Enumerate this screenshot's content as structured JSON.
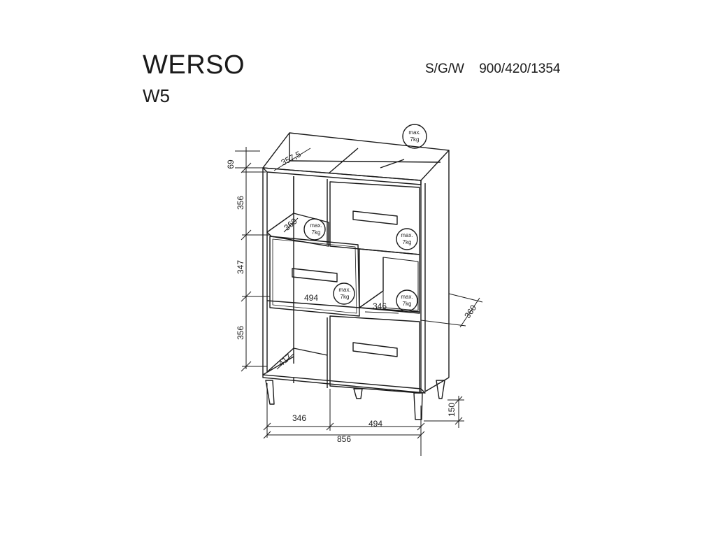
{
  "header": {
    "title": "WERSO",
    "model": "W5",
    "dims_label": "S/G/W",
    "dims_value": "900/420/1354"
  },
  "dimensions": {
    "top_height": "69",
    "shelf_depth_top": "357,5",
    "upper_section": "356",
    "middle_section": "347",
    "lower_section": "356",
    "left_shelf_depth": "360",
    "drawer_width_left": "494",
    "right_compartment_width": "346",
    "side_depth": "360",
    "bottom_depth": "417",
    "bottom_left_width": "346",
    "bottom_right_width": "494",
    "total_width": "856",
    "leg_height": "150"
  },
  "load_marks": {
    "line1": "max.",
    "line2": "7kg"
  },
  "colors": {
    "line": "#1a1a1a",
    "background": "#ffffff"
  }
}
